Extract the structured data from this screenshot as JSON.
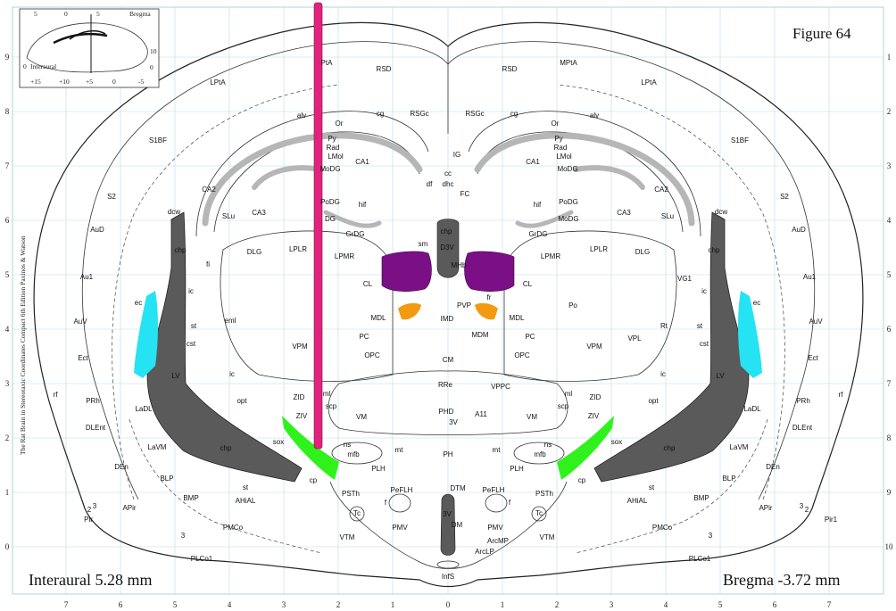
{
  "figure_label": "Figure 64",
  "interaural_label": "Interaural 5.28 mm",
  "bregma_label": "Bregma -3.72 mm",
  "credit_line": "The Rat Brain in Stereotaxic Coordinates  Compact 6th Edition  Paxinos & Watson",
  "inset": {
    "top_ticks": [
      "5",
      "0",
      "5",
      "Bregma"
    ],
    "bottom_ticks": [
      "+15",
      "+10",
      "+5",
      "0",
      "-5"
    ],
    "left_ticks": [
      "0"
    ],
    "right_ticks": [
      "10",
      "0"
    ],
    "interaural_text": "Interaural"
  },
  "axes": {
    "bottom_ticks": [
      "7",
      "6",
      "5",
      "4",
      "3",
      "2",
      "1",
      "0",
      "1",
      "2",
      "3",
      "4",
      "5",
      "6",
      "7"
    ],
    "left_ticks": [
      "9",
      "8",
      "7",
      "6",
      "5",
      "4",
      "3",
      "2",
      "1",
      "0"
    ],
    "right_ticks": [
      "1",
      "2",
      "3",
      "4",
      "5",
      "6",
      "7",
      "8",
      "9",
      "10"
    ]
  },
  "highlight_colors": {
    "probe": "#e0237f",
    "purple": "#7b0f86",
    "orange": "#f49a12",
    "cyan": "#25e3f2",
    "green": "#2ff21d",
    "dark_gray": "#5a5a5a",
    "light_gray": "#b6b6b6"
  },
  "labels": {
    "PtA": "PtA",
    "RSD_L": "RSD",
    "RSD_R": "RSD",
    "MPtA": "MPtA",
    "LPtA_L": "LPtA",
    "LPtA_R": "LPtA",
    "RSGc_L": "RSGc",
    "RSGc_R": "RSGc",
    "alv_L": "alv",
    "alv_R": "alv",
    "cg_L": "cg",
    "cg_R": "cg",
    "Or_L": "Or",
    "Or_R": "Or",
    "Py_L": "Py",
    "Py_R": "Py",
    "Rad_L": "Rad",
    "Rad_R": "Rad",
    "LMol_L": "LMol",
    "LMol_R": "LMol",
    "MoDG_L": "MoDG",
    "MoDG_R": "MoDG",
    "MoDG2_R": "MoDG",
    "PoDG_L": "PoDG",
    "PoDG_R": "PoDG",
    "GrDG_L": "GrDG",
    "GrDG_R": "GrDG",
    "DG_L": "DG",
    "IG": "IG",
    "cc": "cc",
    "df": "df",
    "dhc": "dhc",
    "FC": "FC",
    "CA1_L": "CA1",
    "CA1_R": "CA1",
    "CA2_L": "CA2",
    "CA2_R": "CA2",
    "CA3_L": "CA3",
    "CA3_R": "CA3",
    "SLu_L": "SLu",
    "SLu_R": "SLu",
    "hif_L": "hif",
    "hif_R": "hif",
    "S1BF_L": "S1BF",
    "S1BF_R": "S1BF",
    "S2_L": "S2",
    "S2_R": "S2",
    "AuD_L": "AuD",
    "AuD_R": "AuD",
    "Au1_L": "Au1",
    "Au1_R": "Au1",
    "AuV_L": "AuV",
    "AuV_R": "AuV",
    "Ect_L": "Ect",
    "Ect_R": "Ect",
    "PRh_L": "PRh",
    "PRh_R": "PRh",
    "rf_L": "rf",
    "rf_R": "rf",
    "LaDL_L": "LaDL",
    "LaDL_R": "LaDL",
    "DLEnt_L": "DLEnt",
    "DLEnt_R": "DLEnt",
    "LaVM_L": "LaVM",
    "LaVM_R": "LaVM",
    "DEn_L": "DEn",
    "DEn_R": "DEn",
    "BLP_L": "BLP",
    "BLP_R": "BLP",
    "BMP_L": "BMP",
    "BMP_R": "BMP",
    "APir_L": "APir",
    "APir_R": "APir",
    "Pir_L": "Pir",
    "Pir1_R": "Pir1",
    "AHiAL_L": "AHiAL",
    "AHiAL_R": "AHiAL",
    "PMCo_L": "PMCo",
    "PMCo_R": "PMCo",
    "PLCo1_L": "PLCo1",
    "PLCo1_R": "PLCo1",
    "dcw_L": "dcw",
    "dcw_R": "dcw",
    "chp_L": "chp",
    "chp_R": "chp",
    "chp_mid": "chp",
    "chp_lo_L": "chp",
    "chp_lo_R": "chp",
    "LV_L": "LV",
    "LV_R": "LV",
    "ec_L": "ec",
    "ec_R": "ec",
    "ic_L": "ic",
    "ic_R": "ic",
    "ic2_L": "ic",
    "ic2_R": "ic",
    "st_L": "st",
    "st_R": "st",
    "st2_L": "st",
    "st2_R": "st",
    "cst_L": "cst",
    "cst_R": "cst",
    "fi_L": "fi",
    "eml_L": "eml",
    "DLG_L": "DLG",
    "DLG_R": "DLG",
    "LPLR_L": "LPLR",
    "LPLR_R": "LPLR",
    "LPMR_L": "LPMR",
    "LPMR_R": "LPMR",
    "VG1_R": "VG1",
    "Po_R": "Po",
    "VPM_L": "VPM",
    "VPM_R": "VPM",
    "VPL_R": "VPL",
    "Rt_R": "Rt",
    "sm": "sm",
    "D3V": "D3V",
    "MHb": "MHb",
    "CL_L": "CL",
    "CL_R": "CL",
    "fr": "fr",
    "PVP": "PVP",
    "IMD": "IMD",
    "MDL_L": "MDL",
    "MDL_R": "MDL",
    "MDM": "MDM",
    "PC_L": "PC",
    "PC_R": "PC",
    "OPC_L": "OPC",
    "OPC_R": "OPC",
    "CM": "CM",
    "RRe": "RRe",
    "VPPC": "VPPC",
    "opt_L": "opt",
    "opt_R": "opt",
    "ZID_L": "ZID",
    "ZID_R": "ZID",
    "ml_L": "ml",
    "ml_R": "ml",
    "scp_L": "scp",
    "scp_R": "scp",
    "ZIV_L": "ZIV",
    "ZIV_R": "ZIV",
    "VM_L": "VM",
    "VM_R": "VM",
    "PHD": "PHD",
    "3V_top": "3V",
    "A11": "A11",
    "sox_L": "sox",
    "sox_R": "sox",
    "ns_L": "ns",
    "ns_R": "ns",
    "mfb_L": "mfb",
    "mfb_R": "mfb",
    "mt_L": "mt",
    "mt_R": "mt",
    "PH": "PH",
    "PLH_L": "PLH",
    "PLH_R": "PLH",
    "cp_L": "cp",
    "cp_R": "cp",
    "PSTh_L": "PSTh",
    "PSTh_R": "PSTh",
    "PeFLH_L": "PeFLH",
    "PeFLH_R": "PeFLH",
    "f_L": "f",
    "f_R": "f",
    "DTM": "DTM",
    "Tc_L": "Tc",
    "Tc_R": "Tc",
    "3V_bot": "3V",
    "DM": "DM",
    "PMV_L": "PMV",
    "PMV_R": "PMV",
    "VTM_L": "VTM",
    "VTM_R": "VTM",
    "ArcMP": "ArcMP",
    "ArcLP": "ArcLP",
    "InfS": "InfS",
    "n3_L": "3",
    "n3b_L": "3",
    "n3_R": "3",
    "n3b_R": "3",
    "n2_L": "2",
    "n2_R": "2"
  }
}
